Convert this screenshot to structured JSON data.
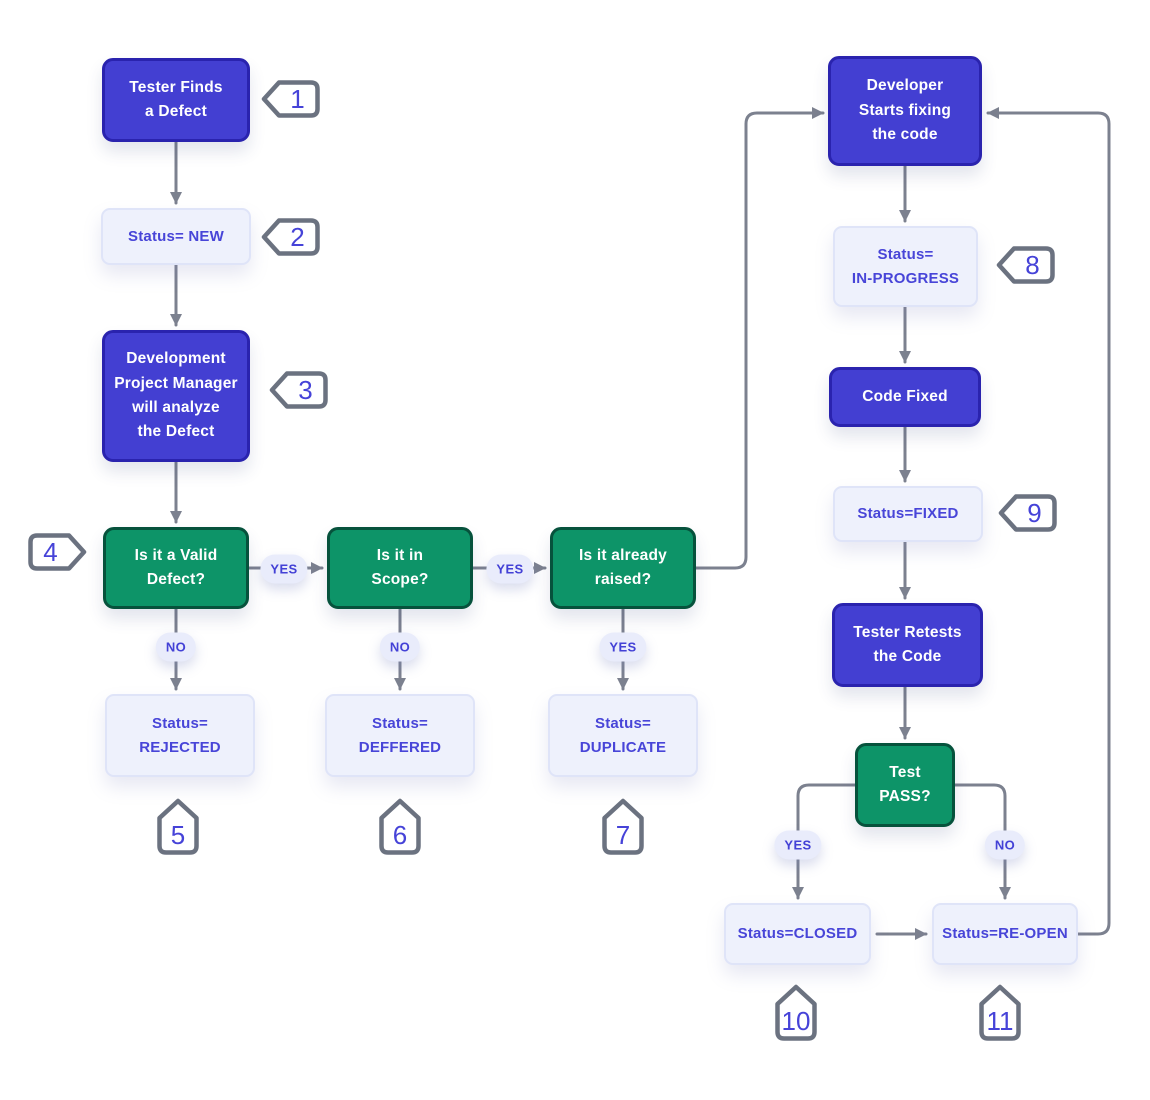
{
  "diagram": {
    "nodes": {
      "tester_finds": "Tester Finds\na Defect",
      "status_new": "Status= NEW",
      "dev_pm": "Development\nProject Manager\nwill analyze\nthe Defect",
      "valid_defect": "Is it a Valid\nDefect?",
      "in_scope": "Is it in\nScope?",
      "already_raised": "Is it already\nraised?",
      "status_rejected": "Status=\nREJECTED",
      "status_deffered": "Status=\nDEFFERED",
      "status_duplicate": "Status=\nDUPLICATE",
      "developer_fixing": "Developer\nStarts fixing\nthe code",
      "status_in_progress": "Status=\nIN-PROGRESS",
      "code_fixed": "Code Fixed",
      "status_fixed": "Status=FIXED",
      "tester_retests": "Tester Retests\nthe Code",
      "test_pass": "Test\nPASS?",
      "status_closed": "Status=CLOSED",
      "status_reopen": "Status=RE-OPEN"
    },
    "edge_labels": {
      "valid_yes": "YES",
      "valid_no": "NO",
      "scope_yes": "YES",
      "scope_no": "NO",
      "raised_yes": "YES",
      "test_yes": "YES",
      "test_no": "NO"
    },
    "step_markers": {
      "m1": "1",
      "m2": "2",
      "m3": "3",
      "m4": "4",
      "m5": "5",
      "m6": "6",
      "m7": "7",
      "m8": "8",
      "m9": "9",
      "m10": "10",
      "m11": "11"
    },
    "colors": {
      "process_fill": "#433fd2",
      "process_border": "#2a23ae",
      "decision_fill": "#0d9468",
      "decision_border": "#06523c",
      "status_fill": "#eef1fc",
      "status_border": "#dfe4f8",
      "status_text": "#4845d8",
      "label_pill_fill": "#e9ecfb",
      "label_pill_text": "#4341d6",
      "marker_outline": "#6b7280",
      "marker_number": "#4643d8",
      "connector": "#7c818f"
    }
  }
}
